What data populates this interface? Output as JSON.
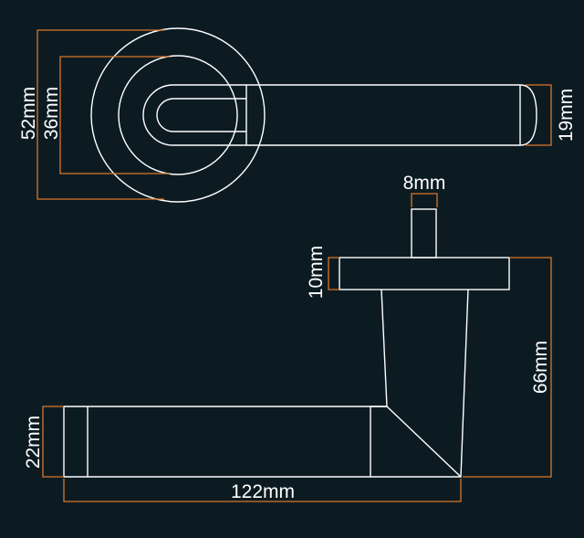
{
  "drawing": {
    "colors": {
      "background": "#0c1b22",
      "outline": "#ffffff",
      "dimension": "#d9772b"
    },
    "dimensions": {
      "rose_outer": "52mm",
      "rose_inner": "36mm",
      "lever_height": "19mm",
      "spindle_width": "8mm",
      "rose_thickness": "10mm",
      "projection": "66mm",
      "grip_thickness": "22mm",
      "lever_length": "122mm"
    }
  }
}
